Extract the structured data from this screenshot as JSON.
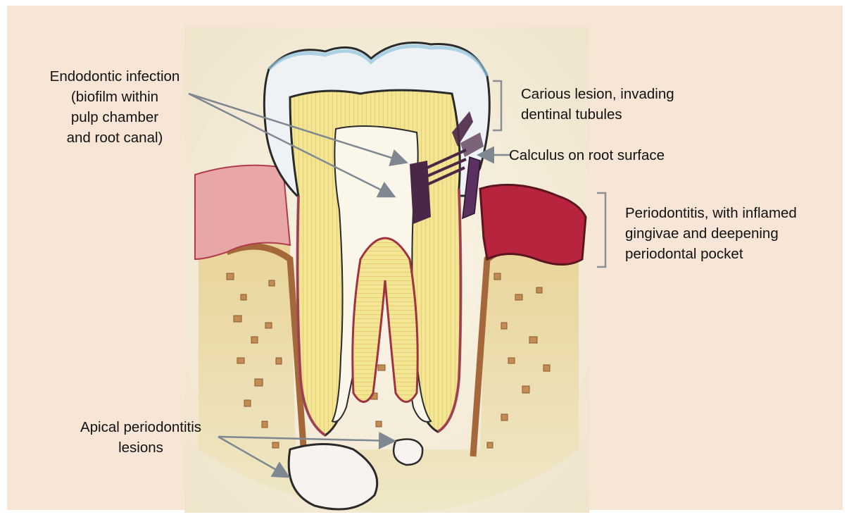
{
  "figure": {
    "background": "#f7e6d6",
    "pointer_color": "#7f8890",
    "bracket_color": "#8a9096"
  },
  "labels": {
    "endodontic": "Endodontic infection\n(biofilm within\npulp chamber\nand root canal)",
    "carious": "Carious lesion, invading\ndentinal tubules",
    "calculus": "Calculus on root surface",
    "periodontitis": "Periodontitis, with inflamed\ngingivae and deepening\nperiodontal pocket",
    "apical": "Apical periodontitis\nlesions"
  },
  "illustration": {
    "enamel_color": "#eef2f4",
    "dentin_color": "#f2e58c",
    "gum_color": "#b8243e",
    "bone_color": "#c8955a",
    "biofilm_color": "#4a2746"
  }
}
